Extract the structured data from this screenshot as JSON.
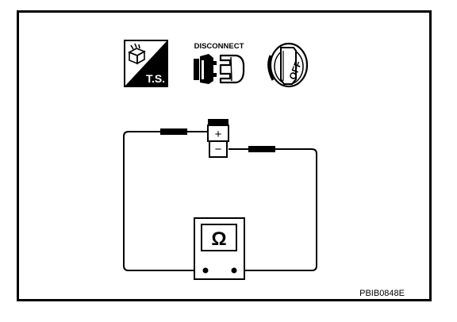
{
  "icons": {
    "ts_label": "T.S.",
    "disconnect_label": "DISCONNECT",
    "key_label": "OFF"
  },
  "circuit": {
    "plus_sign": "+",
    "minus_sign": "−",
    "meter_symbol": "Ω"
  },
  "figure_code": "PBIB0848E"
}
